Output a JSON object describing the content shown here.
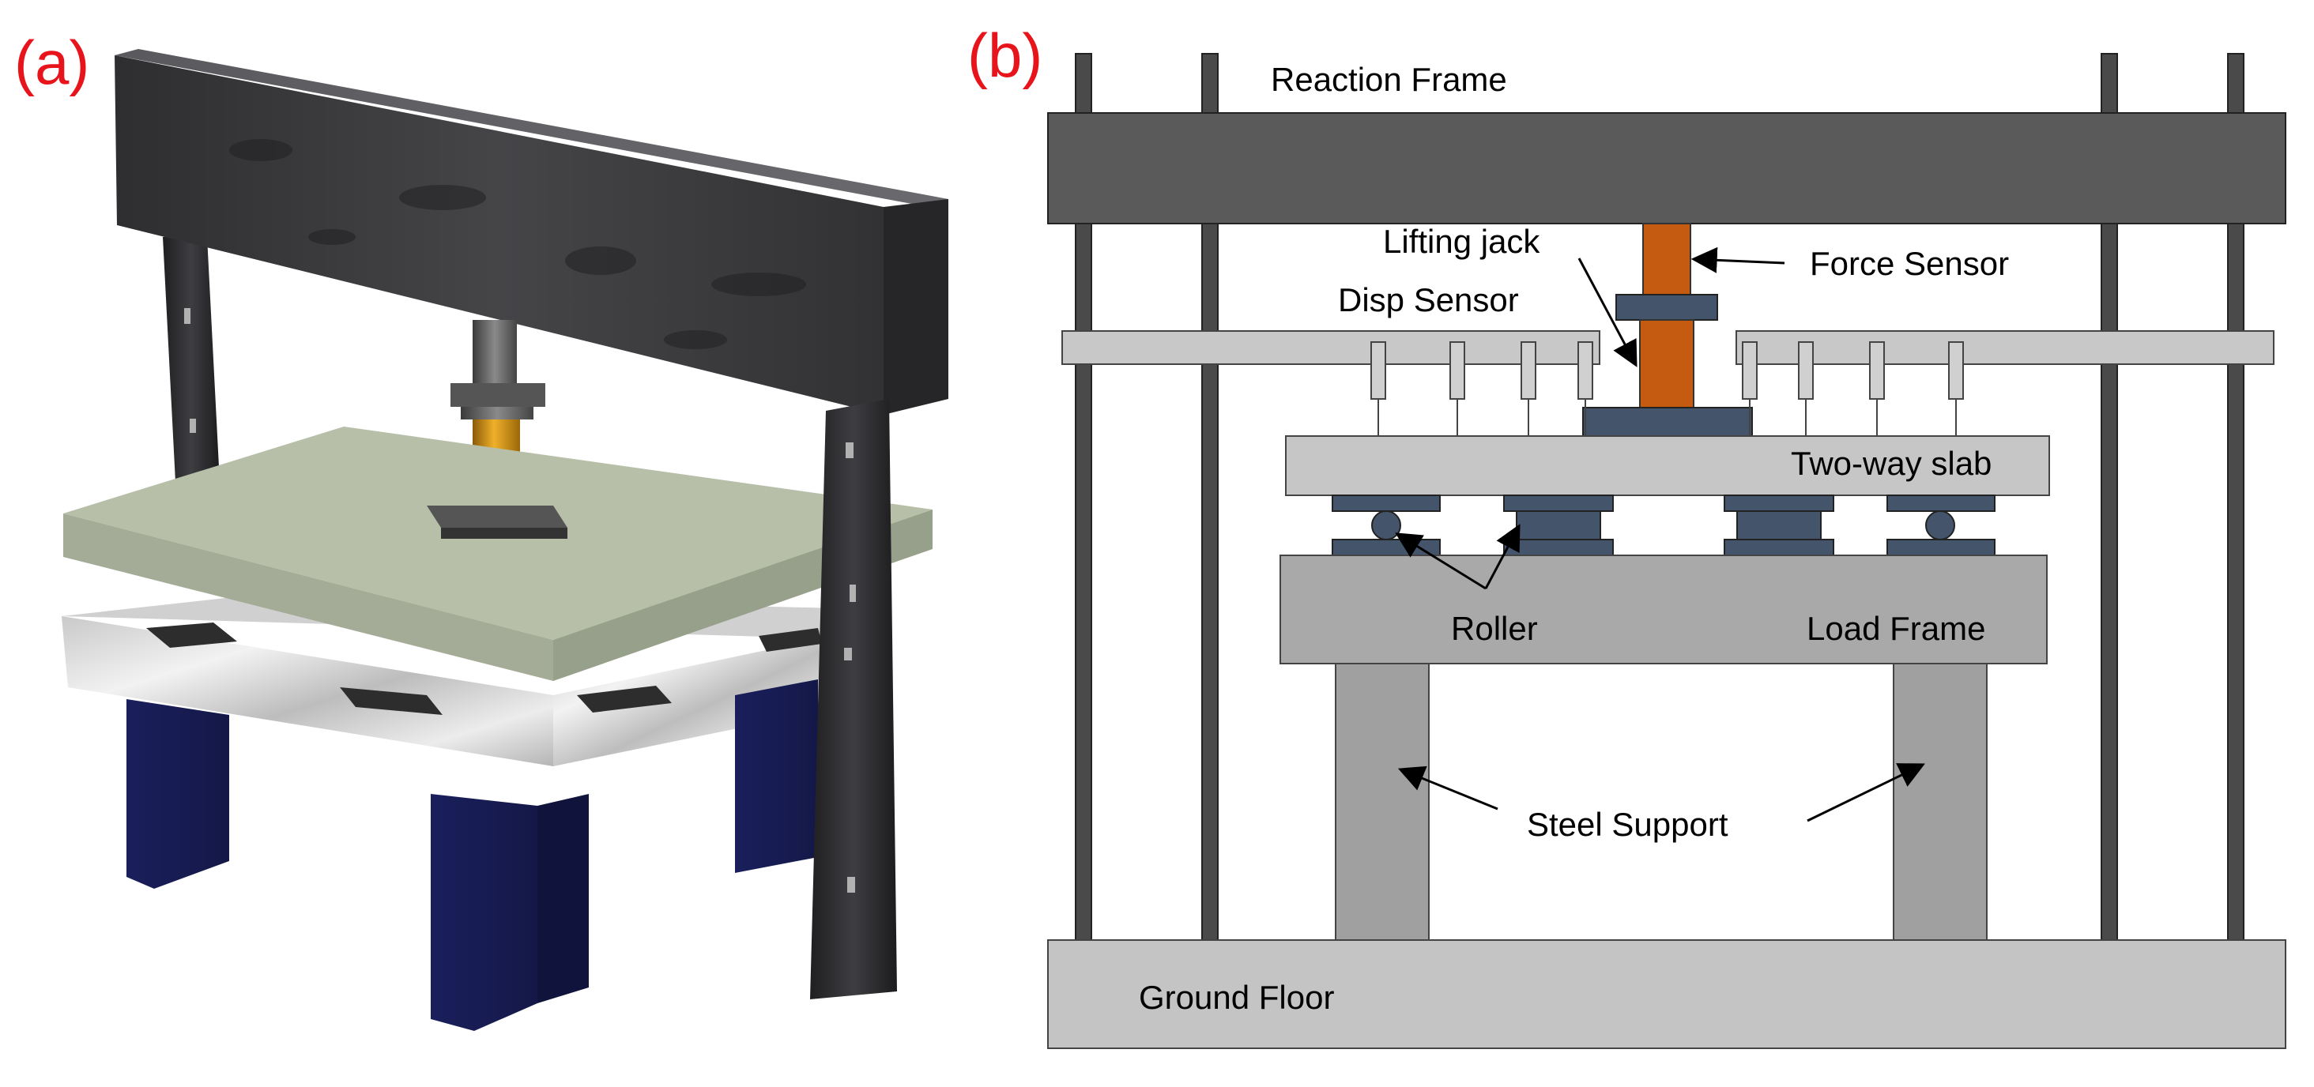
{
  "panels": {
    "a": "(a)",
    "b": "(b)"
  },
  "labels": {
    "reaction_frame": "Reaction Frame",
    "lifting_jack": "Lifting jack",
    "force_sensor": "Force Sensor",
    "disp_sensor": "Disp Sensor",
    "two_way_slab": "Two-way slab",
    "roller": "Roller",
    "load_frame": "Load Frame",
    "steel_support": "Steel Support",
    "ground_floor": "Ground Floor"
  },
  "colors": {
    "panel_label": "#e8141b",
    "frame_dark": "#5a5a5a",
    "column_dark": "#4a4a4a",
    "beam_light": "#c8c8c8",
    "slab": "#c6c6c6",
    "load_frame": "#a9a9a9",
    "support": "#a0a0a0",
    "ground": "#c4c4c4",
    "navy_parts": "#44546a",
    "jack_orange": "#c55a11",
    "render_frame": "#3c3c3e",
    "render_slab": "#b4bda8",
    "render_load_frame": "#dcdcdc",
    "render_legs": "#1b2060",
    "render_jack": "#d79a18"
  }
}
